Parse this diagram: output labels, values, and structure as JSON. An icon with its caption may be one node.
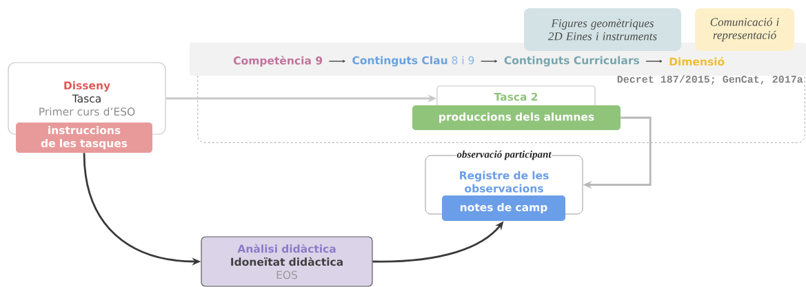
{
  "diagram": {
    "nodes": [
      {
        "text": [
          "Disseny",
          "Tasca",
          "Primer curs d’ESO"
        ]
      },
      {
        "text": [
          "instruccions de les tasques"
        ]
      },
      {
        "text": [],
        "shape": "box"
      },
      {
        "text": [],
        "shape": "band"
      },
      {
        "text": [
          "Competència 9"
        ],
        "in": 3
      },
      {
        "text": [
          "Continguts Clau",
          "8 i 9"
        ],
        "in": 3
      },
      {
        "text": [
          "Continguts Curriculars"
        ],
        "in": 3
      },
      {
        "text": [
          "Dimensió"
        ],
        "in": 3
      },
      {
        "text": [
          "Figures geomètriques 2D Eines i instruments"
        ]
      },
      {
        "text": [
          "Comunicació i representació"
        ]
      },
      {
        "text": [
          "Tasca 2"
        ],
        "in": 2
      },
      {
        "text": [
          "produccions dels alumnes"
        ],
        "in": 2
      },
      {
        "text": [
          "observació participant",
          "Registre de les observacions"
        ]
      },
      {
        "text": [
          "notes de camp"
        ]
      },
      {
        "text": [
          "Anàlisi didàctica",
          "Idoneïtat didàctica",
          "EOS"
        ]
      }
    ],
    "edges": [
      {
        "from": 4,
        "to": 5,
        "arrow": "to"
      },
      {
        "from": 5,
        "to": 6,
        "arrow": "to"
      },
      {
        "from": 6,
        "to": 7,
        "arrow": "to"
      },
      {
        "from": 0,
        "to": 10,
        "arrow": "to",
        "color": "#c8c8c8"
      },
      {
        "from": 11,
        "to": 12,
        "arrow": "to",
        "color": "#b8b8b8"
      },
      {
        "from": 1,
        "to": 14,
        "arrow": "to"
      },
      {
        "from": 14,
        "to": 13,
        "arrow": "to"
      }
    ],
    "labels": [
      "Decret 187/2015; GenCat, 2017a"
    ]
  }
}
